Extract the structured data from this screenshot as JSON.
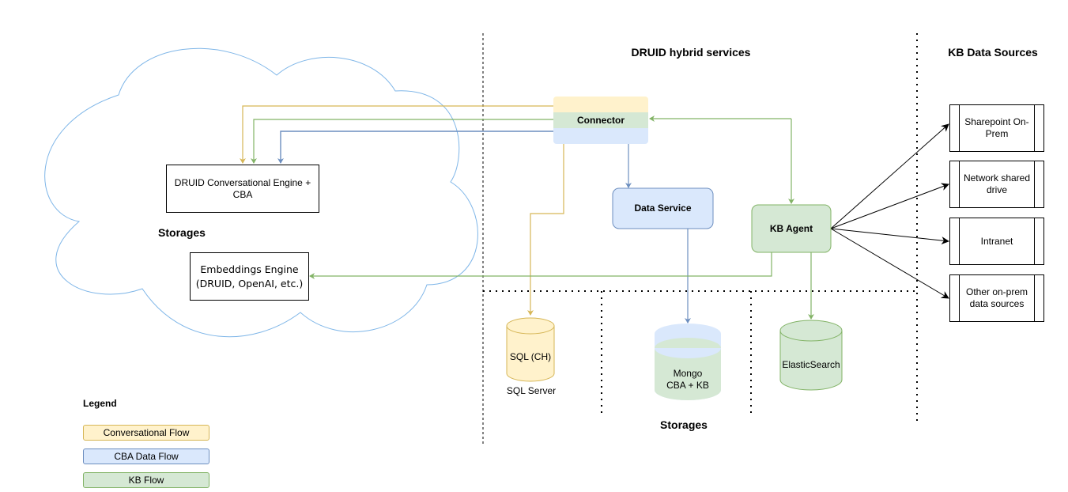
{
  "headings": {
    "hybrid_services": "DRUID hybrid services",
    "kb_data_sources": "KB Data Sources",
    "cloud_storages": "Storages",
    "onprem_storages": "Storages"
  },
  "cloud": {
    "conversational_engine": "DRUID Conversational Engine + CBA",
    "embeddings_engine": "Embeddings Engine (DRUID, OpenAI, etc.)"
  },
  "services": {
    "connector": "Connector",
    "data_service": "Data Service",
    "kb_agent": "KB Agent"
  },
  "storages": {
    "sql_cylinder": "SQL (CH)",
    "sql_caption": "SQL Server",
    "mongo_line1": "Mongo",
    "mongo_line2": "CBA + KB",
    "elasticsearch": "ElasticSearch"
  },
  "data_sources": [
    {
      "label": "Sharepoint On-Prem"
    },
    {
      "label": "Network shared drive"
    },
    {
      "label": "Intranet"
    },
    {
      "label": "Other on-prem data sources"
    }
  ],
  "legend": {
    "title": "Legend",
    "items": [
      {
        "label": "Conversational Flow",
        "fill": "#fff2cc",
        "stroke": "#d6b656"
      },
      {
        "label": "CBA Data Flow",
        "fill": "#dae8fc",
        "stroke": "#6c8ebf"
      },
      {
        "label": "KB Flow",
        "fill": "#d5e8d4",
        "stroke": "#82b366"
      }
    ]
  },
  "colors": {
    "conversational": "#d6b656",
    "cba": "#6c8ebf",
    "kb": "#82b366",
    "cloud_outline": "#7fb6e8"
  }
}
